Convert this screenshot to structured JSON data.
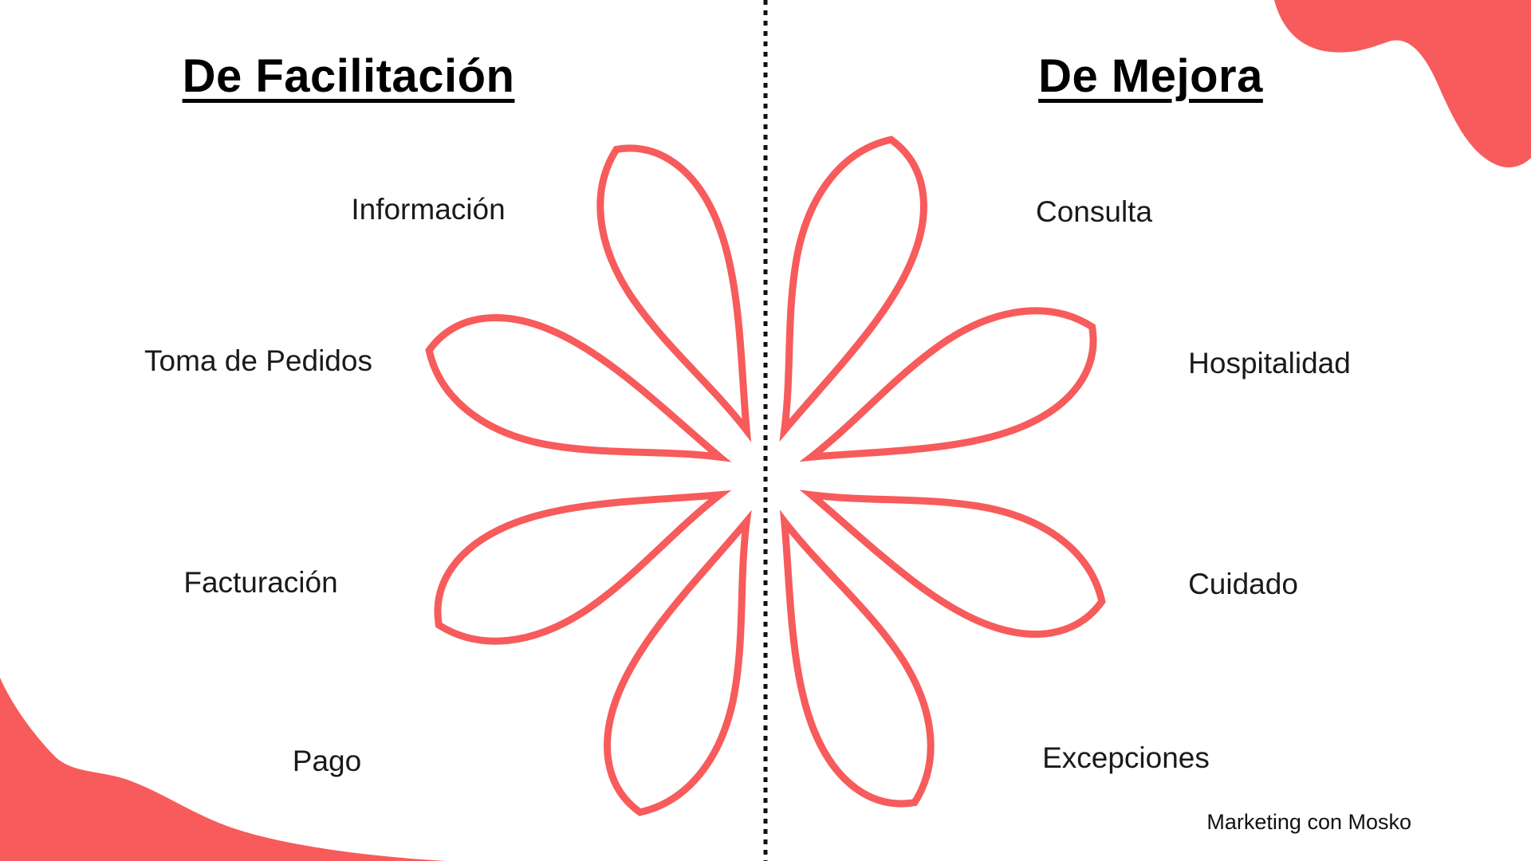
{
  "colors": {
    "accent": "#F75B5B",
    "dotted_line": "#111111",
    "text": "#1A1A1A"
  },
  "left_section": {
    "title": "De Facilitación",
    "items": [
      "Información",
      "Toma de Pedidos",
      "Facturación",
      "Pago"
    ]
  },
  "right_section": {
    "title": "De Mejora",
    "items": [
      "Consulta",
      "Hospitalidad",
      "Cuidado",
      "Excepciones"
    ]
  },
  "footer": {
    "credit": "Marketing con Mosko"
  },
  "diagram": {
    "type": "flower-of-service",
    "petal_count": 8,
    "left_petals": [
      "Información",
      "Toma de Pedidos",
      "Facturación",
      "Pago"
    ],
    "right_petals": [
      "Consulta",
      "Hospitalidad",
      "Cuidado",
      "Excepciones"
    ]
  }
}
